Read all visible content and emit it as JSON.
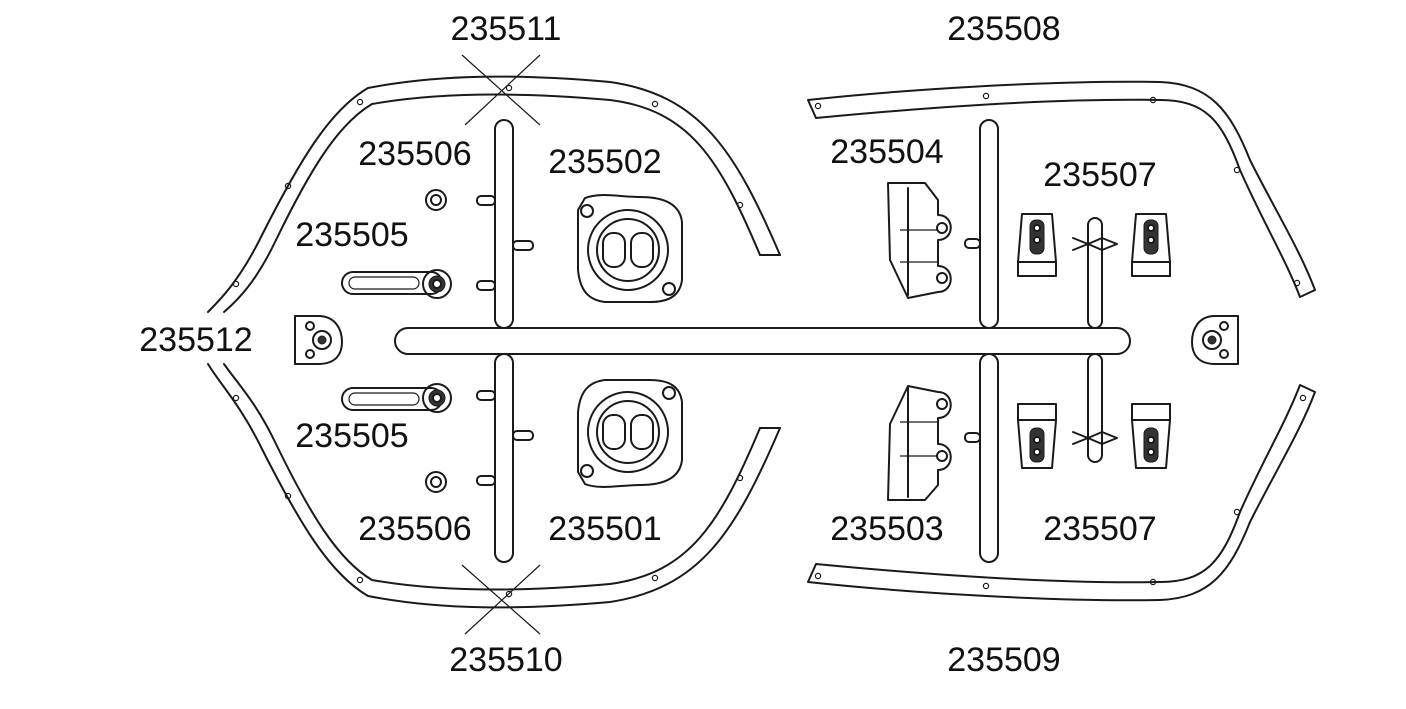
{
  "labels": {
    "p235511": "235511",
    "p235508": "235508",
    "p235506_top": "235506",
    "p235502": "235502",
    "p235504": "235504",
    "p235507_top": "235507",
    "p235505_top": "235505",
    "p235512": "235512",
    "p235505_bottom": "235505",
    "p235506_bottom": "235506",
    "p235501": "235501",
    "p235503": "235503",
    "p235507_bottom": "235507",
    "p235510": "235510",
    "p235509": "235509"
  },
  "colors": {
    "line": "#1a1a1a",
    "text": "#111111",
    "background": "#ffffff"
  }
}
